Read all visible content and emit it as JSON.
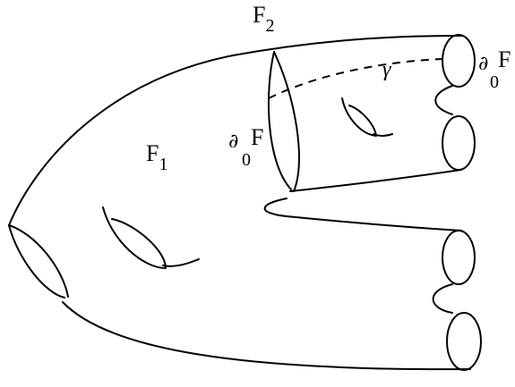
{
  "labels": {
    "F1": {
      "main": "F",
      "sub": "1"
    },
    "F2": {
      "main": "F",
      "sub": "2"
    },
    "gamma": "γ",
    "boundary_inner": {
      "del": "∂",
      "sub": "0",
      "main": "F"
    },
    "boundary_right": {
      "del": "∂",
      "sub": "0",
      "main": "F"
    }
  },
  "curves": {
    "outer_surface": "surface-outline",
    "cut_curve": "dashed-gamma"
  }
}
